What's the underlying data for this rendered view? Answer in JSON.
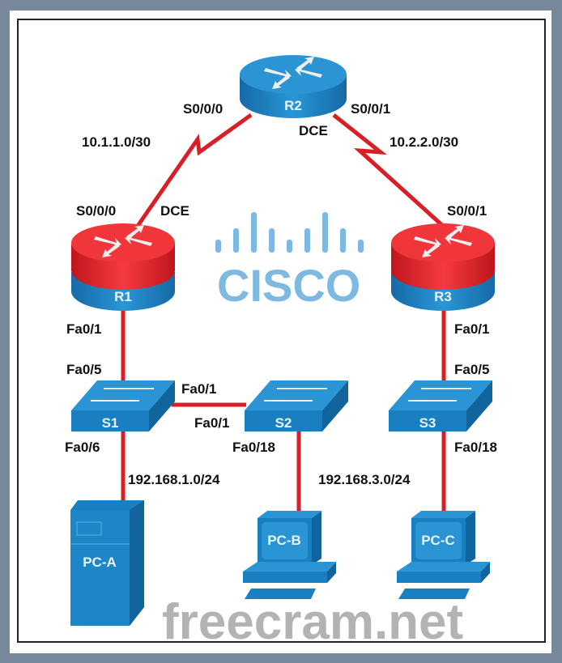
{
  "devices": {
    "r1": "R1",
    "r2": "R2",
    "r3": "R3",
    "s1": "S1",
    "s2": "S2",
    "s3": "S3",
    "pca": "PC-A",
    "pcb": "PC-B",
    "pcc": "PC-C"
  },
  "labels": {
    "r2_s000": "S0/0/0",
    "r2_s001": "S0/0/1",
    "r2_dce": "DCE",
    "net_r1r2": "10.1.1.0/30",
    "net_r2r3": "10.2.2.0/30",
    "r1_s000": "S0/0/0",
    "r1_dce": "DCE",
    "r3_s001": "S0/0/1",
    "r1_fa01": "Fa0/1",
    "s1_fa05": "Fa0/5",
    "s1_fa01": "Fa0/1",
    "s2_fa01": "Fa0/1",
    "s1_fa06": "Fa0/6",
    "s2_fa018": "Fa0/18",
    "net_lan1": "192.168.1.0/24",
    "r3_fa01": "Fa0/1",
    "s3_fa05": "Fa0/5",
    "s3_fa018": "Fa0/18",
    "net_lan3": "192.168.3.0/24"
  },
  "watermark": {
    "text": "freecram.net",
    "logo": "cisco"
  },
  "colors": {
    "link": "#d91f26",
    "device": "#1a7fc0",
    "router_red": "#e8242c"
  }
}
